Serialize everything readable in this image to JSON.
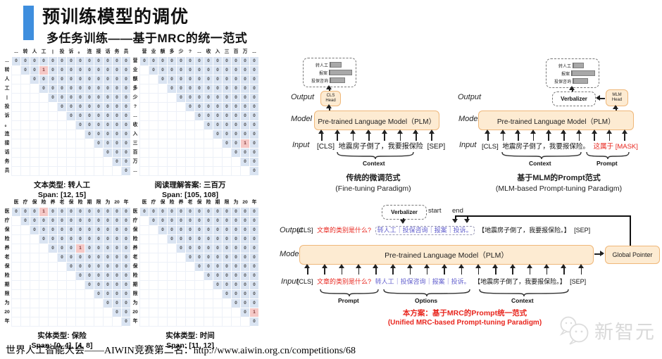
{
  "header": {
    "title": "预训练模型的调优",
    "subtitle": "多任务训练——基于MRC的统一范式"
  },
  "colors": {
    "accent_blue": "#3E8EDE",
    "matrix_cell_blue": "#DAE4F2",
    "matrix_highlight_pink": "#F5C8C6",
    "box_fill_orange": "#FDEBD2",
    "box_border_orange": "#EFB779",
    "prompt_red": "#E8251D",
    "options_blue": "#6461CE",
    "bar_gray": "#A8A8A8",
    "watermark_gray": "#D9D9D9"
  },
  "matrices": [
    {
      "tokens": [
        "...",
        "转",
        "人",
        "工",
        "|",
        "投",
        "诉",
        "。",
        "连",
        "接",
        "话",
        "务",
        "员"
      ],
      "highlights": [
        [
          1,
          3
        ]
      ],
      "caption": "文本类型: 转人工",
      "span": "Span: [12, 15]"
    },
    {
      "tokens": [
        "营",
        "业",
        "额",
        "多",
        "少",
        "?",
        "...",
        "收",
        "入",
        "三",
        "百",
        "万",
        "..."
      ],
      "highlights": [
        [
          9,
          11
        ]
      ],
      "caption": "阅读理解答案: 三百万",
      "span": "Span: [105, 108]"
    },
    {
      "tokens": [
        "医",
        "疗",
        "保",
        "险",
        "养",
        "老",
        "保",
        "险",
        "期",
        "限",
        "为",
        "20",
        "年"
      ],
      "highlights": [
        [
          0,
          3
        ],
        [
          4,
          7
        ]
      ],
      "caption": "实体类型: 保险",
      "span": "Span: [0, 4], [4, 8]"
    },
    {
      "tokens": [
        "医",
        "疗",
        "保",
        "险",
        "养",
        "老",
        "保",
        "险",
        "期",
        "限",
        "为",
        "20",
        "年"
      ],
      "highlights": [
        [
          11,
          12
        ]
      ],
      "caption": "实体类型: 时间",
      "span": "Span: [11, 12]"
    }
  ],
  "diagrams": {
    "labels": {
      "output": "Output",
      "model": "Model",
      "input": "Input"
    },
    "fine_tuning": {
      "bars": [
        {
          "label": "转人工",
          "w": 14
        },
        {
          "label": "报案",
          "w": 30
        },
        {
          "label": "投保咨询",
          "w": 19
        }
      ],
      "head_top": "CLS",
      "head_bottom": "Head",
      "plm": "Pre-trained Language Model（PLM）",
      "input_cls": "[CLS]",
      "input_context": "地震房子倒了，我要报保险",
      "input_sep": "[SEP]",
      "context_label": "Context",
      "caption_zh": "传统的微调范式",
      "caption_en": "(Fine-tuning Paradigm)"
    },
    "mlm": {
      "bars": [
        {
          "label": "转人工",
          "w": 13
        },
        {
          "label": "报案",
          "w": 31
        },
        {
          "label": "投保咨询",
          "w": 19
        }
      ],
      "verbalizer": "Verbalizer",
      "head_top": "MLM",
      "head_bottom": "Head",
      "plm": "Pre-trained Language Model（PLM）",
      "input_cls": "[CLS]",
      "input_context": "地震房子倒了，我要报保险。",
      "input_prompt": "这属于 [MASK]",
      "context_label": "Context",
      "prompt_label": "Prompt",
      "caption_zh": "基于MLM的Prompt范式",
      "caption_en": "(MLM-based Prompt-tuning Paradigm)"
    },
    "mrc": {
      "verbalizer": "Verbalizer",
      "start_label": "start",
      "end_label": "end",
      "cls": "[CLS]",
      "question": "文章的类别是什么?",
      "options": "转人工｜投保咨询｜报案｜投诉。",
      "context": "【地震房子倒了，我要报保险。】",
      "sep": "[SEP]",
      "plm": "Pre-trained Language Model（PLM）",
      "global_pointer": "Global Pointer",
      "prompt_label": "Prompt",
      "options_label": "Options",
      "context_label": "Context",
      "caption_zh": "本方案：基于MRC的Prompt统一范式",
      "caption_en": "(Unified MRC-based Prompt-tuning Paradigm)"
    }
  },
  "footer": {
    "text": "世界人工智能大会——AIWIN竞赛第二名：http://www.aiwin.org.cn/competitions/68"
  },
  "watermark": {
    "text": "新智元"
  }
}
